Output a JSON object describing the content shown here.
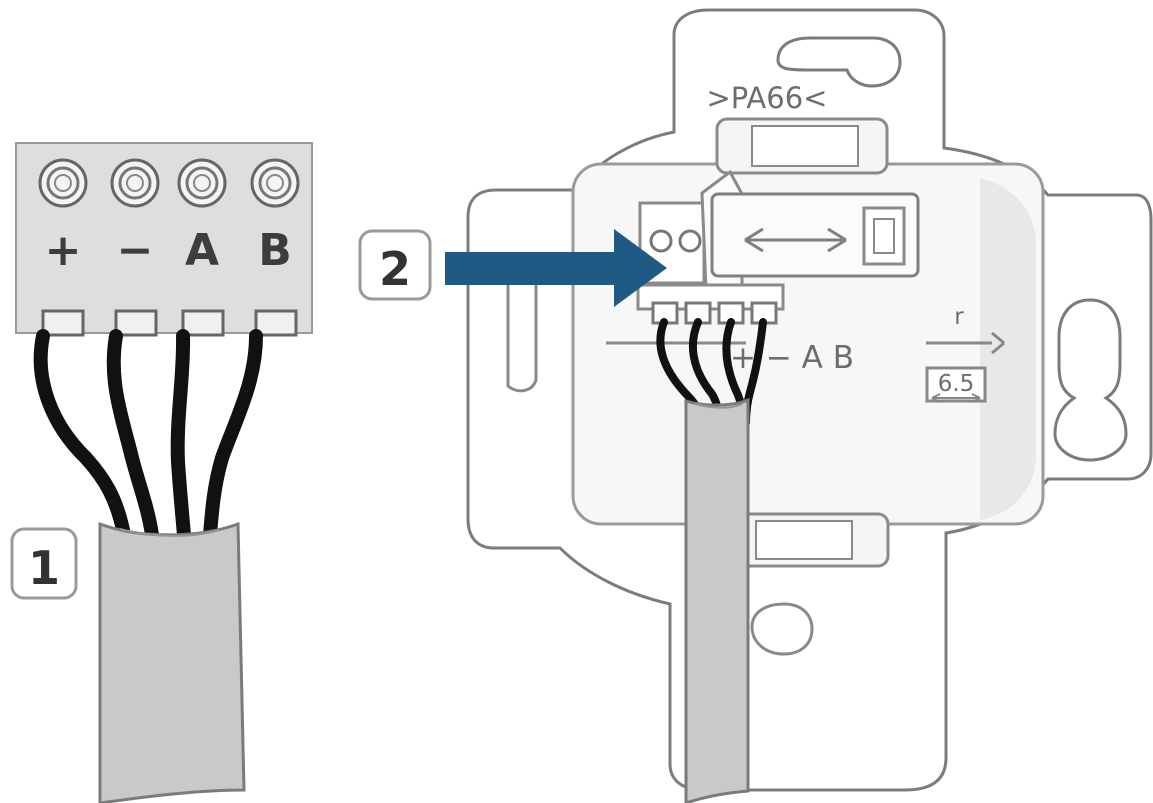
{
  "steps": {
    "step1": "1",
    "step2": "2"
  },
  "terminal_block": {
    "labels": [
      "+",
      "−",
      "A",
      "B"
    ]
  },
  "device": {
    "material_mark": ">PA66<",
    "terminal_labels": "+ − A B",
    "strip_label_top": "r",
    "strip_length": "6.5"
  },
  "colors": {
    "arrow": "#1e5a83",
    "cable_sheath": "#c9c9c9",
    "wire": "#111111",
    "terminal_block": "#dedede",
    "line_art": "#6f6f6f"
  },
  "icons": {
    "screw": "screw-icon",
    "arrow": "arrow-right-icon",
    "double_arrow": "double-arrow-icon"
  }
}
